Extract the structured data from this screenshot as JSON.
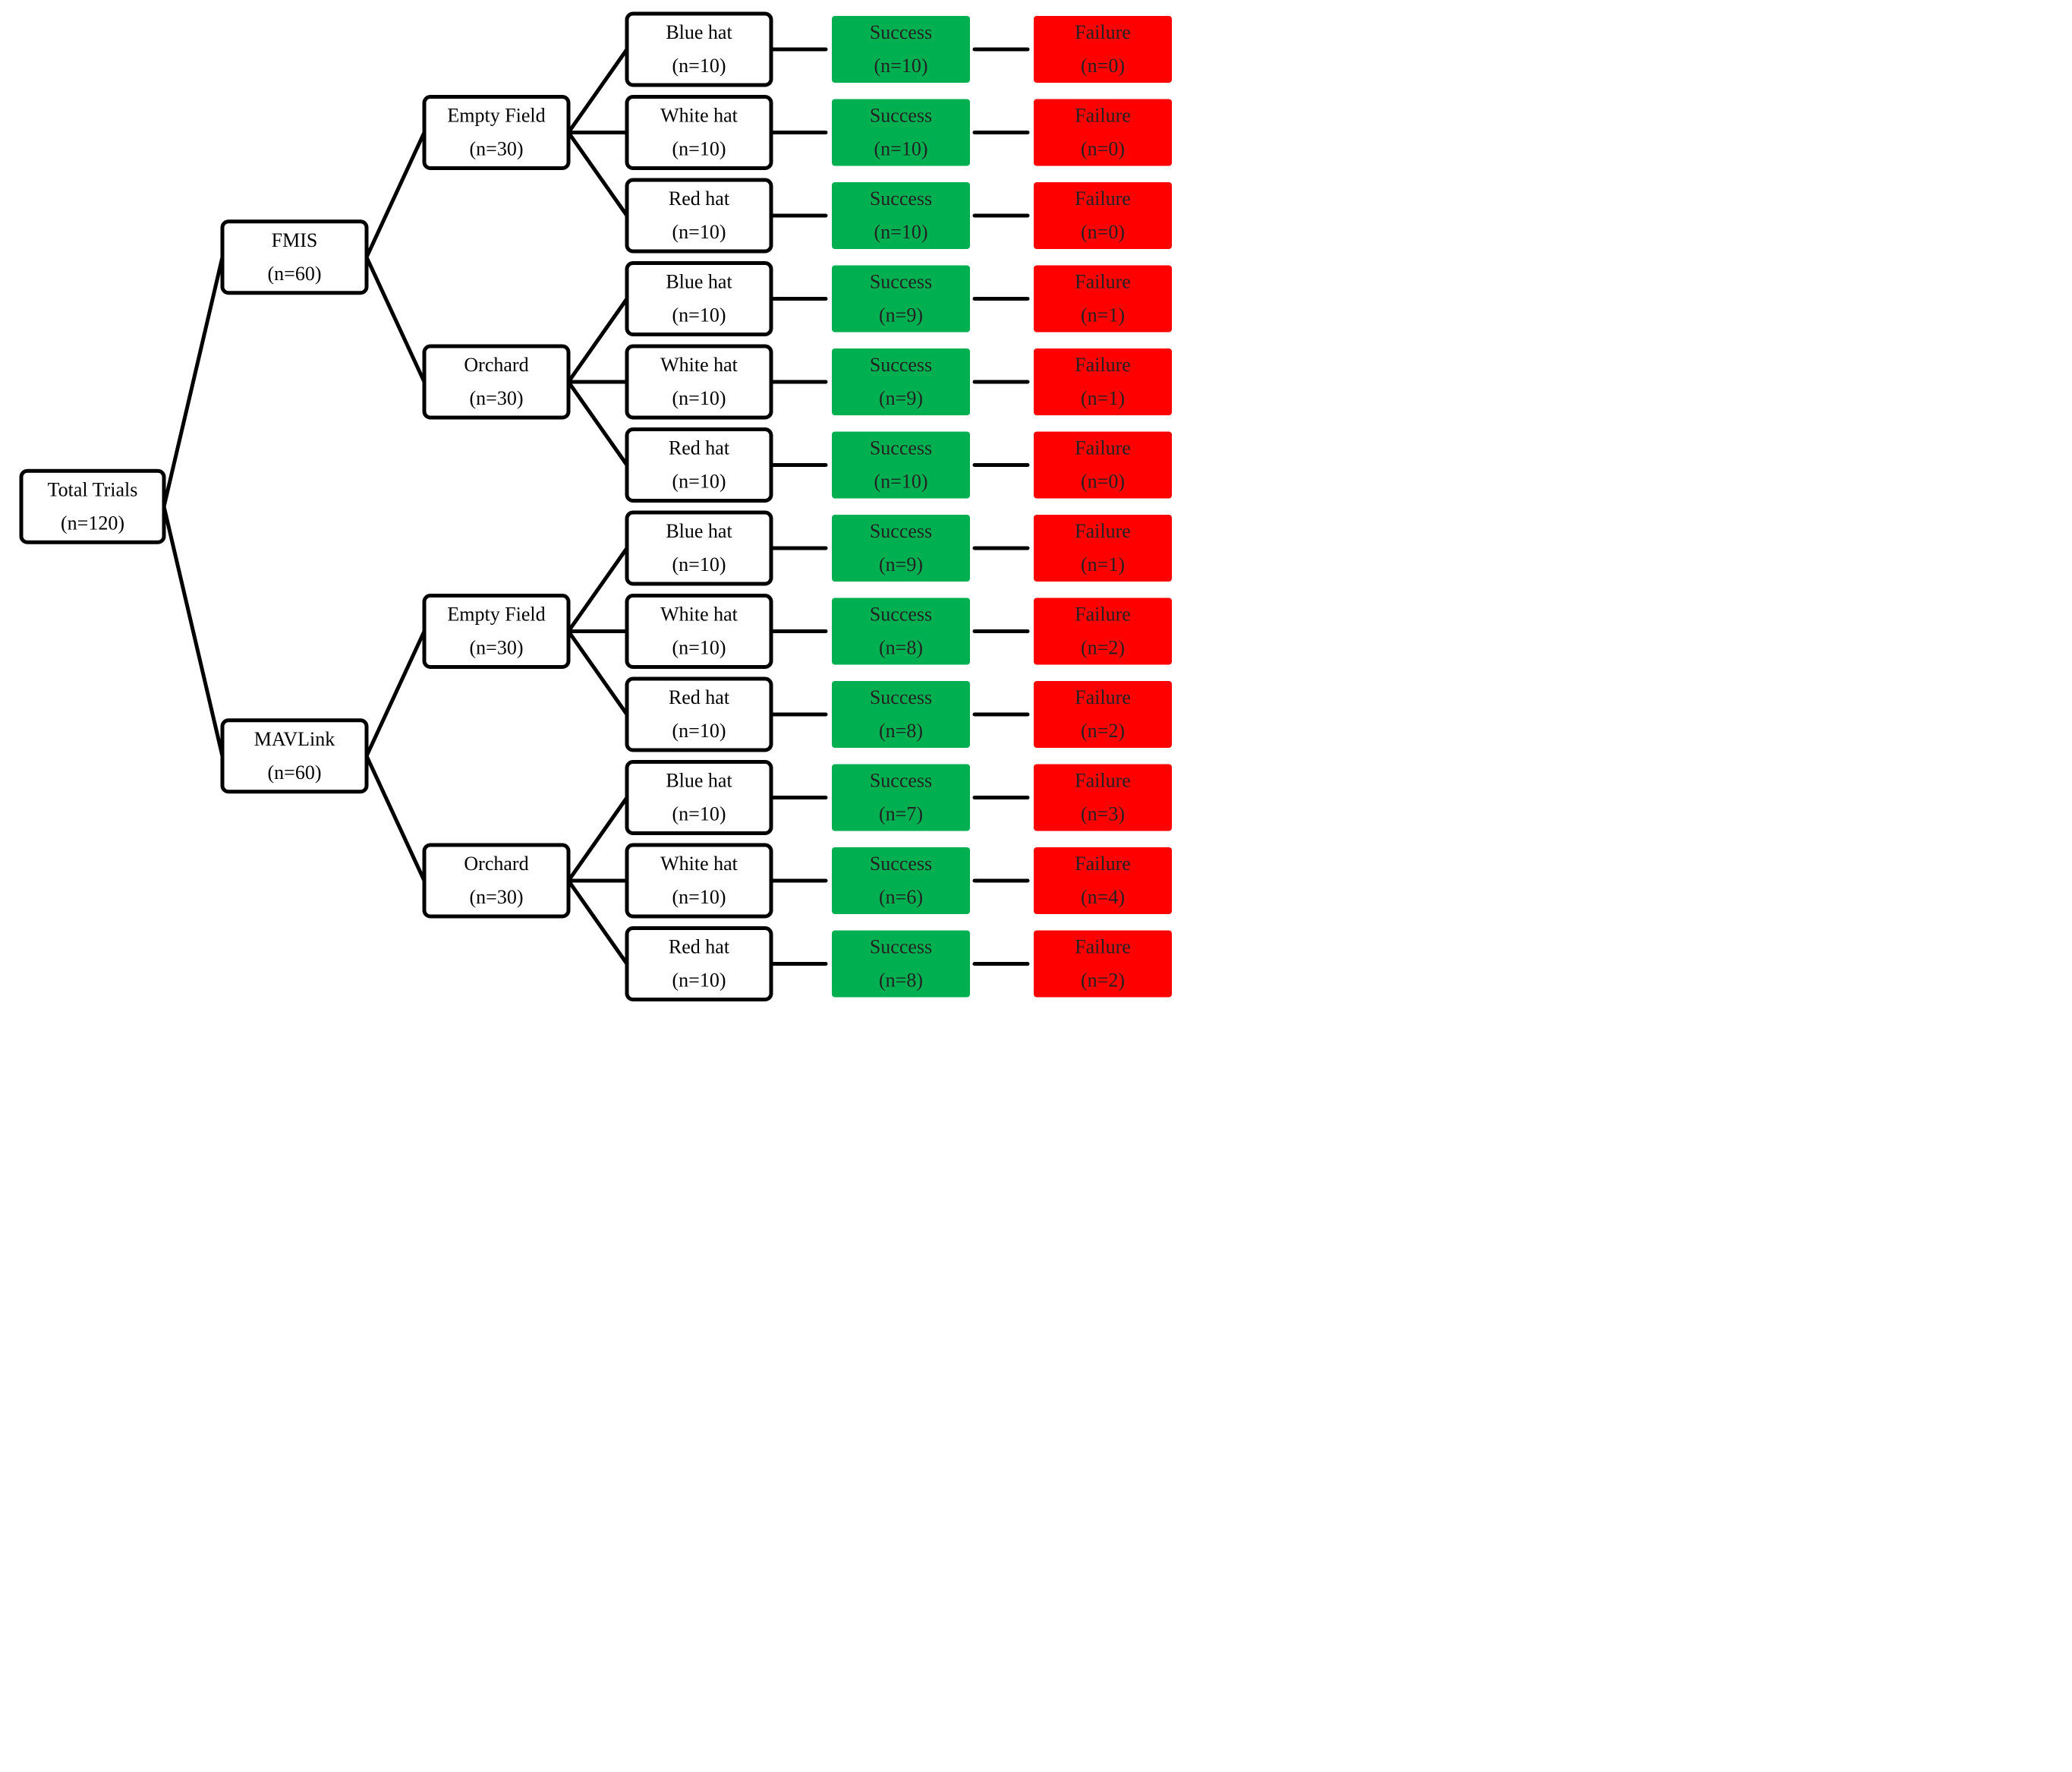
{
  "colors": {
    "success": "#00b050",
    "failure": "#ff0000",
    "stroke": "#000000",
    "box_fill": "#ffffff",
    "text": "#000000",
    "status_text": "#222222"
  },
  "tree": {
    "root": {
      "label": "Total Trials",
      "count": "(n=120)"
    },
    "systems": [
      {
        "label": "FMIS",
        "count": "(n=60)",
        "environments": [
          {
            "label": "Empty Field",
            "count": "(n=30)",
            "hats": [
              {
                "label": "Blue hat",
                "count": "(n=10)",
                "success": "Success",
                "success_count": "(n=10)",
                "failure": "Failure",
                "failure_count": "(n=0)"
              },
              {
                "label": "White hat",
                "count": "(n=10)",
                "success": "Success",
                "success_count": "(n=10)",
                "failure": "Failure",
                "failure_count": "(n=0)"
              },
              {
                "label": "Red hat",
                "count": "(n=10)",
                "success": "Success",
                "success_count": "(n=10)",
                "failure": "Failure",
                "failure_count": "(n=0)"
              }
            ]
          },
          {
            "label": "Orchard",
            "count": "(n=30)",
            "hats": [
              {
                "label": "Blue hat",
                "count": "(n=10)",
                "success": "Success",
                "success_count": "(n=9)",
                "failure": "Failure",
                "failure_count": "(n=1)"
              },
              {
                "label": "White hat",
                "count": "(n=10)",
                "success": "Success",
                "success_count": "(n=9)",
                "failure": "Failure",
                "failure_count": "(n=1)"
              },
              {
                "label": "Red hat",
                "count": "(n=10)",
                "success": "Success",
                "success_count": "(n=10)",
                "failure": "Failure",
                "failure_count": "(n=0)"
              }
            ]
          }
        ]
      },
      {
        "label": "MAVLink",
        "count": "(n=60)",
        "environments": [
          {
            "label": "Empty Field",
            "count": "(n=30)",
            "hats": [
              {
                "label": "Blue hat",
                "count": "(n=10)",
                "success": "Success",
                "success_count": "(n=9)",
                "failure": "Failure",
                "failure_count": "(n=1)"
              },
              {
                "label": "White hat",
                "count": "(n=10)",
                "success": "Success",
                "success_count": "(n=8)",
                "failure": "Failure",
                "failure_count": "(n=2)"
              },
              {
                "label": "Red hat",
                "count": "(n=10)",
                "success": "Success",
                "success_count": "(n=8)",
                "failure": "Failure",
                "failure_count": "(n=2)"
              }
            ]
          },
          {
            "label": "Orchard",
            "count": "(n=30)",
            "hats": [
              {
                "label": "Blue hat",
                "count": "(n=10)",
                "success": "Success",
                "success_count": "(n=7)",
                "failure": "Failure",
                "failure_count": "(n=3)"
              },
              {
                "label": "White hat",
                "count": "(n=10)",
                "success": "Success",
                "success_count": "(n=6)",
                "failure": "Failure",
                "failure_count": "(n=4)"
              },
              {
                "label": "Red hat",
                "count": "(n=10)",
                "success": "Success",
                "success_count": "(n=8)",
                "failure": "Failure",
                "failure_count": "(n=2)"
              }
            ]
          }
        ]
      }
    ]
  }
}
